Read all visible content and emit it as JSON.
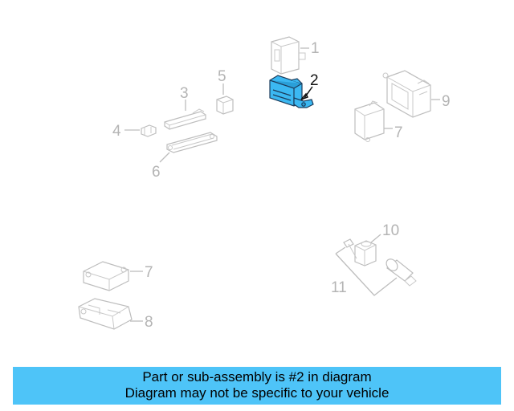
{
  "callouts": {
    "c1": "1",
    "c2": "2",
    "c3": "3",
    "c4": "4",
    "c5": "5",
    "c6": "6",
    "c7a": "7",
    "c7b": "7",
    "c8": "8",
    "c9": "9",
    "c10": "10",
    "c11": "11"
  },
  "highlight": {
    "part_number": "2",
    "color": "#3bb8f2"
  },
  "banner": {
    "line1": "Part or sub-assembly is #2 in diagram",
    "line2": "Diagram may not be specific to your vehicle",
    "background": "#4ec4f8"
  }
}
